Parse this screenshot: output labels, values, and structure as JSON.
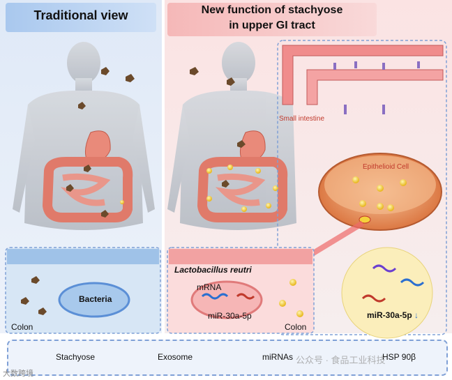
{
  "left_panel": {
    "title": "Traditional view",
    "colon_label": "Colon",
    "bacteria_label": "Bacteria"
  },
  "right_panel": {
    "title_line1": "New function of stachyose",
    "title_line2": "in upper GI tract",
    "small_intestine_label": "Small intestine",
    "epithelioid_label": "Epithelioid Cell",
    "lactobacillus_label": "Lactobacillus reutri",
    "mrna_label": "mRNA",
    "mir_label": "miR-30a-5p",
    "colon_label": "Colon",
    "mir_down_label": "miR-30a-5p",
    "down_arrow": "↓"
  },
  "legend": {
    "stachyose": "Stachyose",
    "exosome": "Exosome",
    "mirnas": "miRNAs",
    "hsp": "HSP 90β"
  },
  "watermarks": {
    "bottom_left": "大数跨境",
    "bottom_right": "公众号 · 食品工业科技"
  },
  "colors": {
    "stachyose": "#6b4a2b",
    "exosome": "#f5d23a",
    "mirna": "#c0392b",
    "hsp": "#8a6fc2",
    "border": "#7fa0d6"
  }
}
